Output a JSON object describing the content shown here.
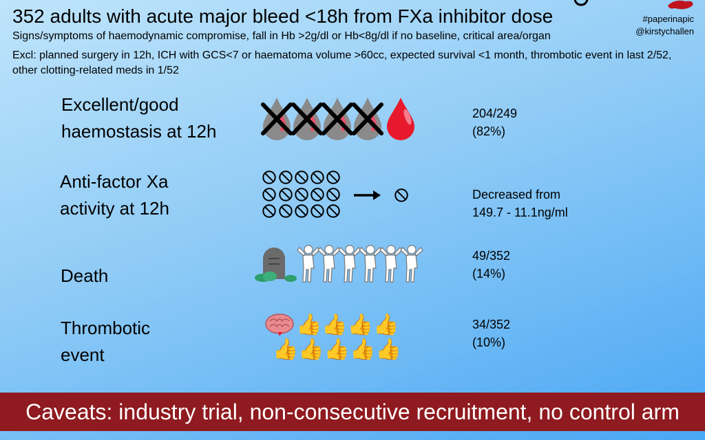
{
  "header": {
    "title": "352 adults with acute major bleed <18h from FXa inhibitor dose",
    "subtitle": "Signs/symptoms of haemodynamic compromise, fall in Hb >2g/dl or Hb<8g/dl if no baseline, critical area/organ",
    "exclusions": "Excl: planned surgery in 12h, ICH with GCS<7 or haematoma volume >60cc, expected survival <1 month, thrombotic event in last 2/52, other clotting-related meds in 1/52",
    "hashtag": "#paperinapic",
    "author": "@kirstychallen"
  },
  "outcomes": [
    {
      "label_line1": "Excellent/good",
      "label_line2": "haemostasis at 12h",
      "result_line1": "204/249",
      "result_line2": "(82%)",
      "icon": "blood-drop-icon",
      "fraction": 0.82
    },
    {
      "label_line1": "Anti-factor Xa",
      "label_line2": "activity at 12h",
      "result_line1": "Decreased from",
      "result_line2": "149.7 - 11.1ng/ml",
      "icon": "prohibited-icon"
    },
    {
      "label_line1": "Death",
      "label_line2": "",
      "result_line1": "49/352",
      "result_line2": "(14%)",
      "icon": "tombstone-icon",
      "fraction": 0.14
    },
    {
      "label_line1": "Thrombotic",
      "label_line2": "event",
      "result_line1": "34/352",
      "result_line2": "(10%)",
      "icon": "brain-icon",
      "fraction": 0.1
    }
  ],
  "footer": {
    "caveats": "Caveats: industry trial, non-consecutive recruitment, no control arm"
  },
  "colors": {
    "banner": "#8f1a1f",
    "drop": "#e8192c",
    "grey": "#8a8a8a"
  }
}
